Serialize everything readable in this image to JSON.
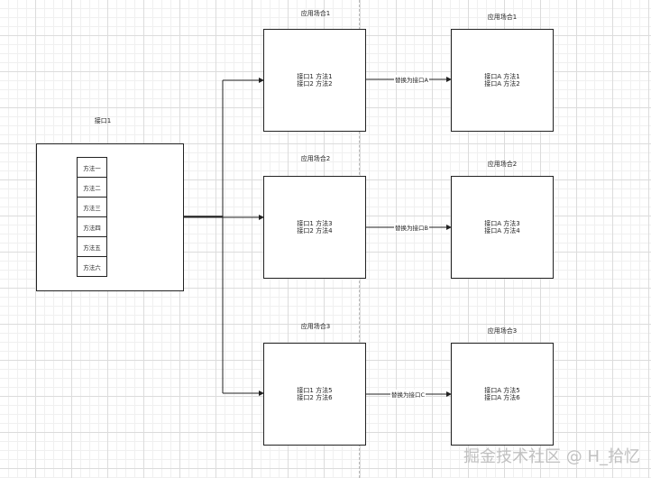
{
  "interface": {
    "title": "接口1",
    "methods": [
      "方法一",
      "方法二",
      "方法三",
      "方法四",
      "方法五",
      "方法六"
    ]
  },
  "scenes": [
    {
      "title": "应用场合1",
      "content": "接口1  方法1\n接口2 方法2"
    },
    {
      "title": "应用场合2",
      "content": "接口1  方法3\n接口2 方法4"
    },
    {
      "title": "应用场合3",
      "content": "接口1  方法5\n接口2 方法6"
    }
  ],
  "replaced": [
    {
      "title": "应用场合1",
      "content": "接口A  方法1\n接口A 方法2"
    },
    {
      "title": "应用场合2",
      "content": "接口A  方法3\n接口A 方法4"
    },
    {
      "title": "应用场合3",
      "content": "接口A  方法5\n接口A 方法6"
    }
  ],
  "edges": [
    "替换为接口A",
    "替换为接口B",
    "替换为接口C"
  ],
  "watermark": "掘金技术社区 @ H_拾忆"
}
